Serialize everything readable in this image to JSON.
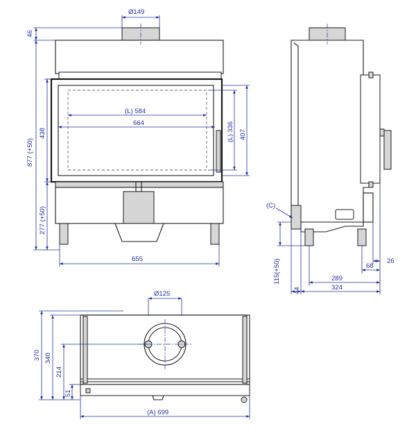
{
  "front_view": {
    "flue_diameter": "Ø149",
    "top_offset": "46",
    "total_height": "877 (+50)",
    "window_height": "438",
    "base_height": "277 (+50)",
    "glass_width_label": "(L) 584",
    "inner_width": "664",
    "glass_height_label": "(L) 336",
    "opening_height": "407",
    "total_width": "655"
  },
  "side_view": {
    "connector_label": "(C)",
    "leg_height": "115(+50)",
    "depth_289": "289",
    "depth_68": "68",
    "depth_26": "26",
    "depth_44": "44",
    "depth_324": "324"
  },
  "top_view": {
    "flue_diameter": "Ø125",
    "depth_370": "370",
    "depth_340": "340",
    "depth_214": "214",
    "depth_51": "51",
    "width_label": "(A) 699"
  },
  "colors": {
    "dimension": "#2030a0",
    "outline": "#1a1a1a",
    "fill": "#d6d6d6"
  }
}
